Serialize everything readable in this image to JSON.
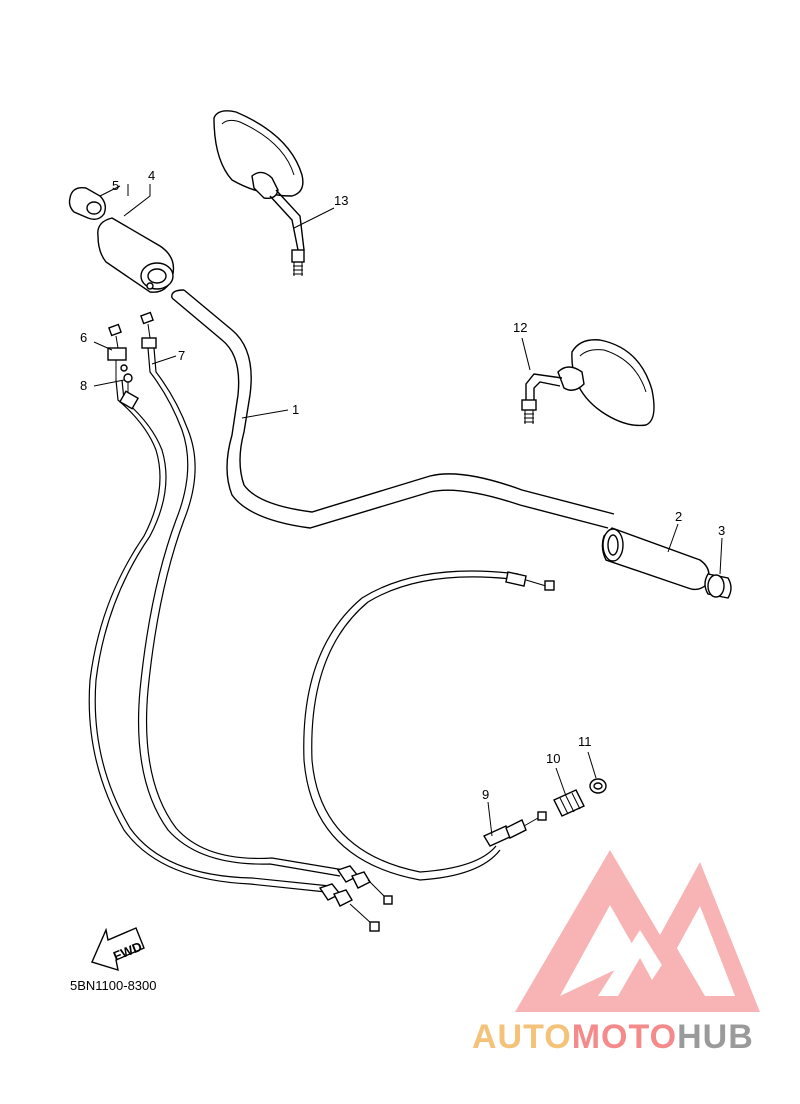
{
  "diagram_code": "5BN1100-8300",
  "fwd_label": "FWD",
  "callouts": {
    "c1": "1",
    "c2": "2",
    "c3": "3",
    "c4": "4",
    "c5": "5",
    "c6": "6",
    "c7": "7",
    "c8": "8",
    "c9": "9",
    "c10": "10",
    "c11": "11",
    "c12": "12",
    "c13": "13"
  },
  "watermark": {
    "part_auto": "AUTO",
    "part_moto": "MOTO",
    "part_hub": "HUB",
    "color_auto": "#f5c27a",
    "color_moto": "#f48a8a",
    "color_hub": "#9a9a9a",
    "logo_color": "#f7a8a8"
  }
}
